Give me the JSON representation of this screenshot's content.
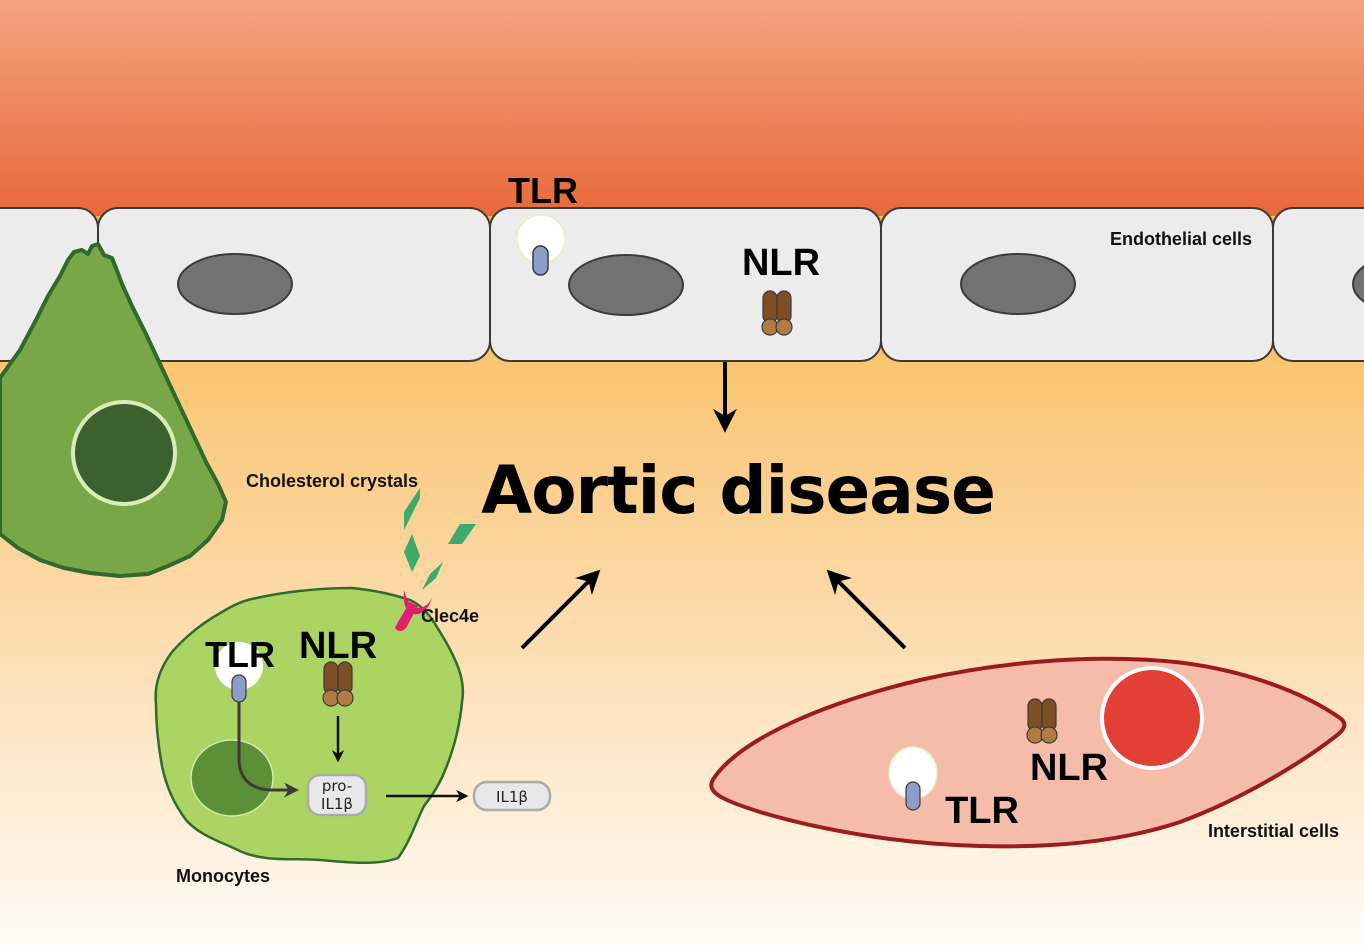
{
  "title": "Aortic disease",
  "labels": {
    "endothelial_cells": "Endothelial cells",
    "cholesterol_crystals": "Cholesterol crystals",
    "clec4e": "Clec4e",
    "monocytes": "Monocytes",
    "interstitial_cells": "Interstitial cells",
    "pro_il1b_line1": "pro-",
    "pro_il1b_line2": "IL1β",
    "il1b": "IL1β"
  },
  "receptors": {
    "endothelial_tlr": "TLR",
    "endothelial_nlr": "NLR",
    "monocyte_tlr": "TLR",
    "monocyte_nlr": "NLR",
    "interstitial_tlr": "TLR",
    "interstitial_nlr": "NLR"
  },
  "colors": {
    "top_band_light": "#f2a37e",
    "top_band_dark": "#e9693a",
    "bg_orange": "#f8b94c",
    "bg_light": "#fffaf3",
    "endothelial_fill": "#ececec",
    "nucleus_gray": "#717373",
    "outline": "#3d3a38",
    "green_cell": "#79a748",
    "green_cell_outline": "#2f6a2c",
    "green_nucleus": "#3c612f",
    "monocyte_fill": "#acd463",
    "monocyte_nucleus": "#5b9037",
    "crystal_green": "#3daa6a",
    "clec4e_pink": "#e0206f",
    "interstitial_fill": "#f5bcaa",
    "interstitial_outline": "#9b1c1e",
    "interstitial_nucleus": "#e43f34",
    "tlr_blue": "#8a9ec9",
    "nlr_dark": "#7e4f24",
    "nlr_light": "#b17c44"
  }
}
